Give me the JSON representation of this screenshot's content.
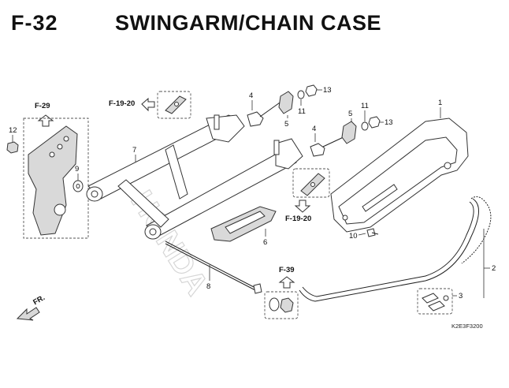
{
  "header": {
    "figure_code": "F-32",
    "title": "SWINGARM/CHAIN CASE"
  },
  "references": {
    "f29": "F-29",
    "f19_20_top": "F-19-20",
    "f19_20_mid": "F-19-20",
    "f39": "F-39"
  },
  "direction_label": "FR.",
  "watermark": "HONDA",
  "drawing_code": "K2E3F3200",
  "callouts": {
    "c1": "1",
    "c2": "2",
    "c3": "3",
    "c4a": "4",
    "c4b": "4",
    "c5a": "5",
    "c5b": "5",
    "c6": "6",
    "c7": "7",
    "c8": "8",
    "c9": "9",
    "c10": "10",
    "c11a": "11",
    "c11b": "11",
    "c12": "12",
    "c13a": "13",
    "c13b": "13"
  },
  "icons": {
    "reference_arrow": "outline-arrow-icon",
    "direction": "front-arrow-icon"
  }
}
